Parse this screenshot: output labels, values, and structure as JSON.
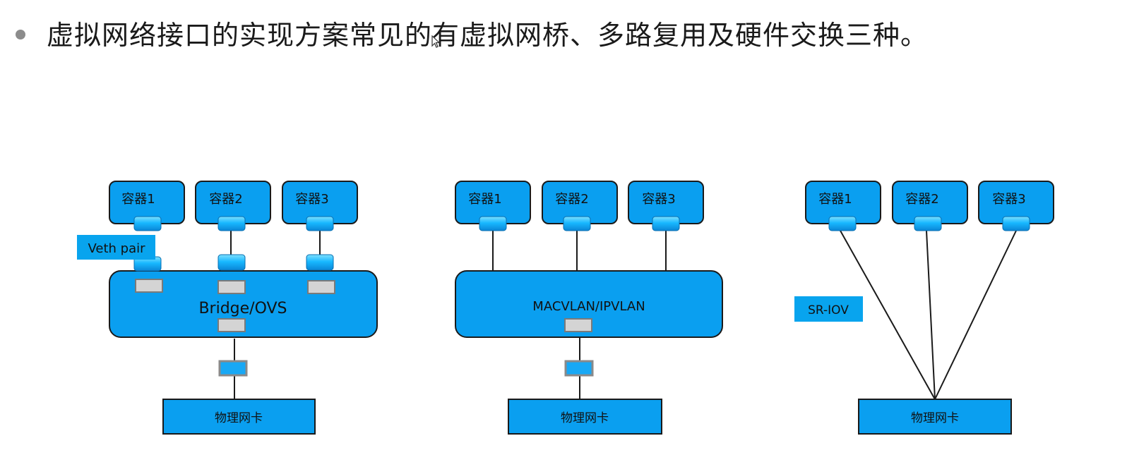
{
  "header": {
    "text": "虚拟网络接口的实现方案常见的有虚拟网桥、多路复用及硬件交换三种。"
  },
  "colors": {
    "box_fill": "#0a9ff0",
    "box_stroke": "#1a1a1a",
    "port_fill": "#18b8ff",
    "gray_port_fill": "#d4d4d4",
    "gray_port_stroke": "#7a7a7a",
    "label_fill": "#08a4ee",
    "line": "#1a1a1a"
  },
  "diagrams": [
    {
      "name": "bridge",
      "containers": [
        "容器1",
        "容器2",
        "容器3"
      ],
      "hub_label": "Bridge/OVS",
      "tag_label": "Veth pair",
      "nic_label": "物理网卡"
    },
    {
      "name": "macvlan",
      "containers": [
        "容器1",
        "容器2",
        "容器3"
      ],
      "hub_label": "MACVLAN/IPVLAN",
      "nic_label": "物理网卡"
    },
    {
      "name": "sriov",
      "containers": [
        "容器1",
        "容器2",
        "容器3"
      ],
      "tag_label": "SR-IOV",
      "nic_label": "物理网卡"
    }
  ]
}
